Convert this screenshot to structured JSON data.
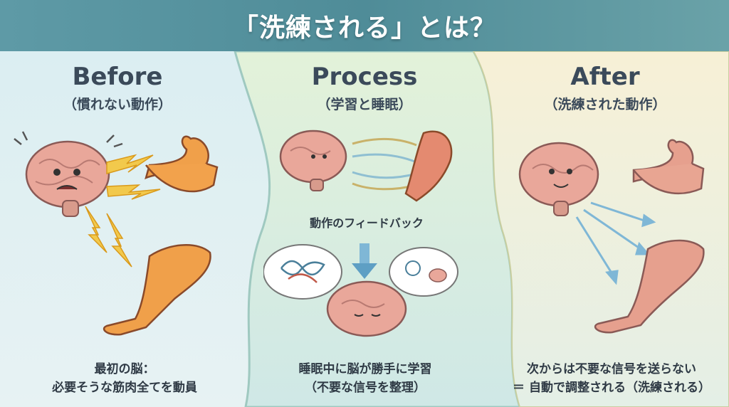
{
  "title": "「洗練される」とは？",
  "columns": [
    {
      "heading": "Before",
      "subheading": "（慣れない動作）",
      "caption_line1": "最初の脳：",
      "caption_line2": "必要そうな筋肉全てを動員"
    },
    {
      "heading": "Process",
      "subheading": "（学習と睡眠）",
      "feedback_label": "動作のフィードバック",
      "caption_line1": "睡眠中に脳が勝手に学習",
      "caption_line2": "（不要な信号を整理）"
    },
    {
      "heading": "After",
      "subheading": "（洗練された動作）",
      "caption_line1": "次からは不要な信号を送らない",
      "caption_line2": "＝ 自動で調整される（洗練される）"
    }
  ],
  "colors": {
    "title_bar": "#4f8c98",
    "before_bg": "#dbeef2",
    "process_bg": "#dff0dc",
    "after_bg": "#f6efd6",
    "brain": "#e9a79a",
    "muscle_active": "#f0a04a",
    "muscle_calm": "#e6a08e",
    "signal_arrow": "#7fb7d6",
    "lightning": "#f2c94c"
  },
  "icons": [
    "brain-icon",
    "arm-icon",
    "leg-icon",
    "lightning-icon",
    "thought-bubble-icon",
    "arrow-down-icon"
  ]
}
